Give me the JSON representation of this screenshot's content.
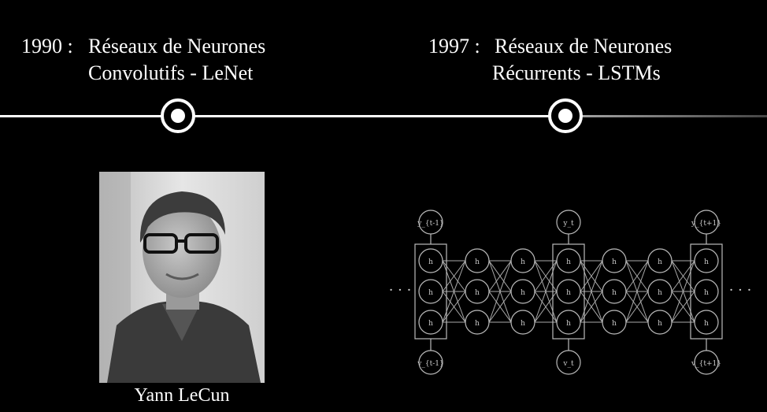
{
  "timeline": {
    "events": [
      {
        "year": "1990 :",
        "line1": "Réseaux de Neurones",
        "line2": "Convolutifs - LeNet"
      },
      {
        "year": "1997 :",
        "line1": "Réseaux de Neurones",
        "line2": "Récurrents - LSTMs"
      }
    ]
  },
  "portrait": {
    "caption": "Yann LeCun"
  },
  "diagram": {
    "outputs": [
      "y_{t-1}",
      "y_t",
      "y_{t+1}"
    ],
    "inputs": [
      "v_{t-1}",
      "v_t",
      "v_{t+1}"
    ],
    "ellipsis": "· · ·"
  }
}
